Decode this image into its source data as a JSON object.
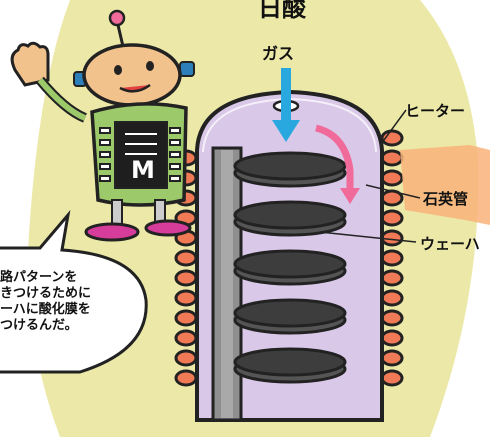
{
  "title_fragment": "日酸",
  "labels": {
    "gas": "ガス",
    "heater": "ヒーター",
    "quartz_tube": "石英管",
    "wafer": "ウェーハ"
  },
  "speech_bubble": {
    "lines": [
      "路パターンを",
      "きつけるために",
      "ーハに酸化膜を",
      "つけるんだ。"
    ]
  },
  "robot_chip_text": "M",
  "colors": {
    "background_blob": "#ece9a8",
    "tube_fill": "#d9c8e8",
    "heater_coil": "#f07a55",
    "gas_arrow": "#29a8e0",
    "flow_arrow": "#f06a9a",
    "robot_body": "#9cc96a",
    "robot_head": "#f2c28c"
  }
}
